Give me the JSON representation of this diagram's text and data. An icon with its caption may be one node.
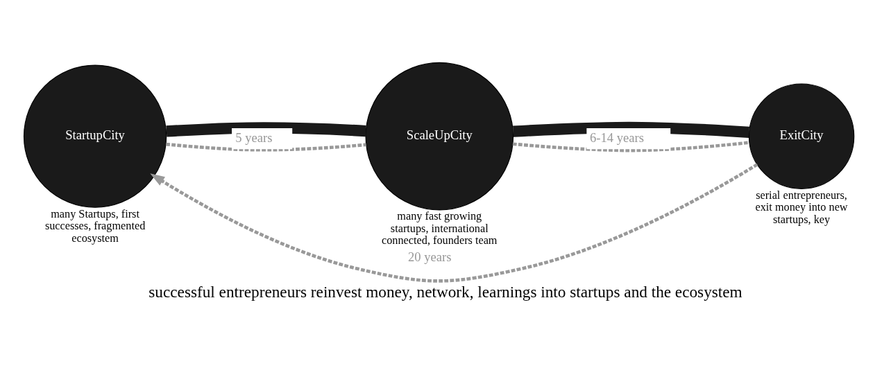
{
  "diagram": {
    "caption": "successful entrepreneurs reinvest money, network, learnings into startups and the ecosystem",
    "nodes": [
      {
        "text": [
          "StartupCity"
        ],
        "beside": [
          "many Startups, first successes, fragmented ecosystem"
        ]
      },
      {
        "text": [
          "ScaleUpCity"
        ],
        "beside": [
          "many fast growing startups, international connected, founders team"
        ]
      },
      {
        "text": [
          "ExitCity"
        ],
        "beside": [
          "serial entrepreneurs, exit money into new startups, key"
        ]
      }
    ],
    "edges": [
      {
        "from": 0,
        "to": 1,
        "arrow": "none",
        "style": "thick",
        "color": "#1a1a1a"
      },
      {
        "from": 1,
        "to": 2,
        "arrow": "none",
        "style": "thick",
        "color": "#1a1a1a"
      },
      {
        "from": 0,
        "to": 1,
        "arrow": "none",
        "style": "dashed",
        "color": "#999999",
        "label": "5 years"
      },
      {
        "from": 1,
        "to": 2,
        "arrow": "none",
        "style": "dashed",
        "color": "#999999",
        "label": "6-14 years"
      },
      {
        "from": 2,
        "to": 0,
        "arrow": "to",
        "style": "dashed",
        "color": "#999999",
        "label": "20 years"
      }
    ]
  }
}
